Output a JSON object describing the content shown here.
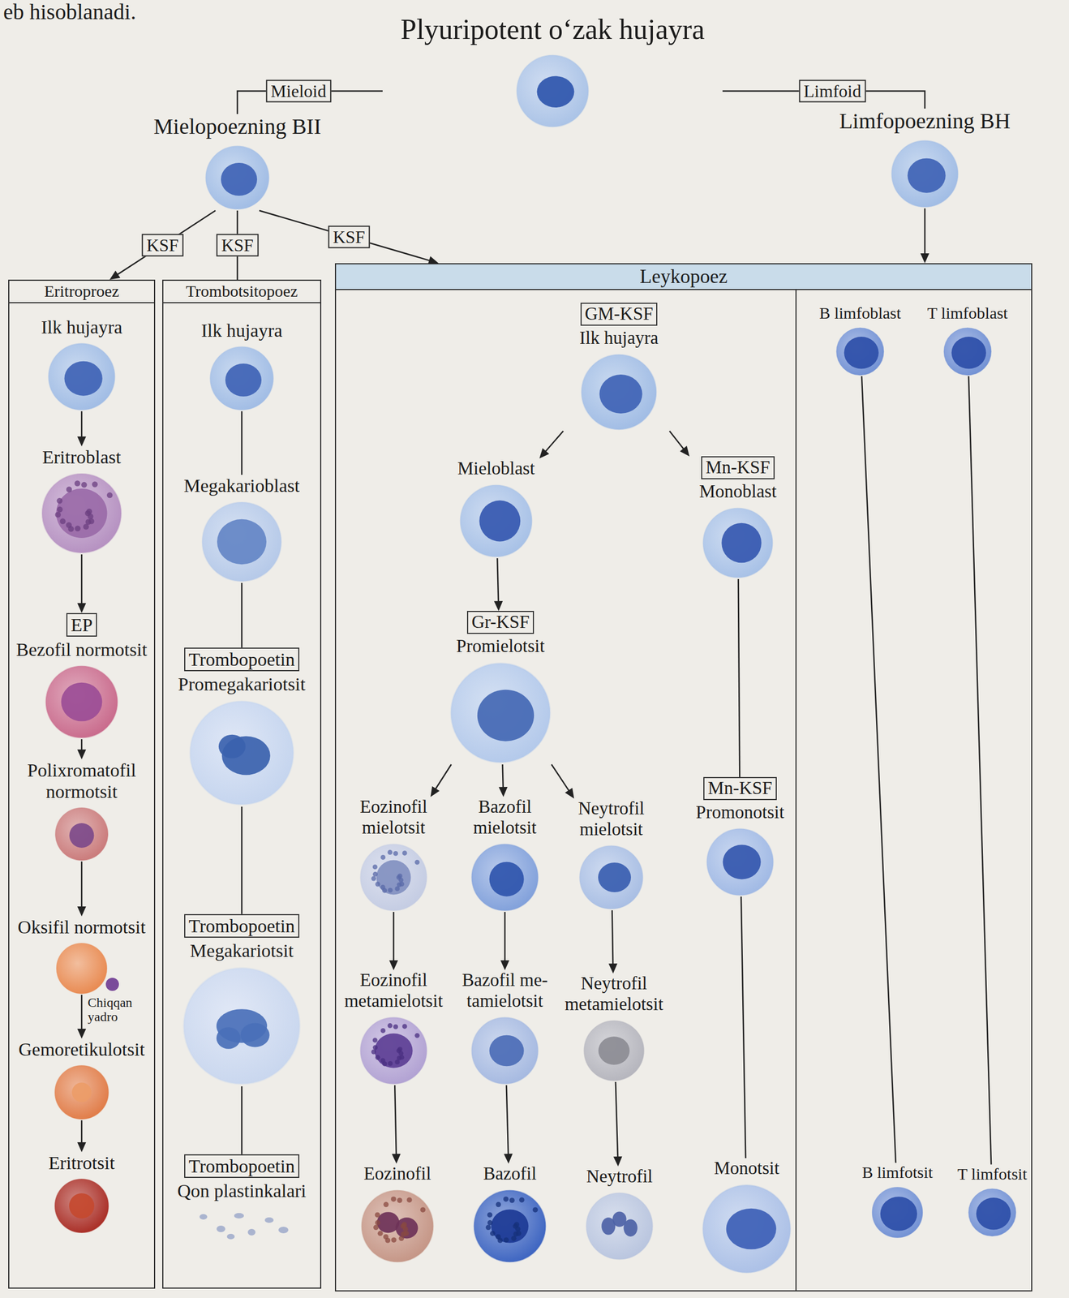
{
  "diagram": {
    "title": "Plyuripotent o‘zak hujayra",
    "nodes": [
      {
        "text": [
          "Plyuripotent o‘zak hujayra"
        ]
      },
      {
        "text": [
          "Mielopoezning BII"
        ]
      },
      {
        "text": [
          "Limfopoezning BH"
        ]
      },
      {
        "text": [
          "Eritroproez"
        ]
      },
      {
        "text": [
          "Ilk hujayra"
        ],
        "in": 3
      },
      {
        "text": [
          "Eritroblast"
        ],
        "in": 3
      },
      {
        "text": [
          "EP",
          "Bezofil normotsit"
        ],
        "in": 3
      },
      {
        "text": [
          "Polixromatofil normotsit"
        ],
        "in": 3
      },
      {
        "text": [
          "Oksifil normotsit"
        ],
        "in": 3
      },
      {
        "text": [
          "Gemoretikulotsit"
        ],
        "in": 3
      },
      {
        "text": [
          "Eritrotsit"
        ],
        "in": 3
      },
      {
        "text": [
          "Trombotsitopoez"
        ]
      },
      {
        "text": [
          "Ilk hujayra"
        ],
        "in": 11
      },
      {
        "text": [
          "Megakarioblast"
        ],
        "in": 11
      },
      {
        "text": [
          "Trombopoetin",
          "Promegakariotsit"
        ],
        "in": 11
      },
      {
        "text": [
          "Trombopoetin",
          "Megakariotsit"
        ],
        "in": 11
      },
      {
        "text": [
          "Trombopoetin",
          "Qon plastinkalari"
        ],
        "in": 11
      },
      {
        "text": [
          "Leykopoez"
        ]
      },
      {
        "text": [
          "GM-KSF",
          "Ilk hujayra"
        ],
        "in": 17
      },
      {
        "text": [
          "Mieloblast"
        ],
        "in": 17
      },
      {
        "text": [
          "Mn-KSF",
          "Monoblast"
        ],
        "in": 17
      },
      {
        "text": [
          "Gr-KSF",
          "Promielotsit"
        ],
        "in": 17
      },
      {
        "text": [
          "Eozinofil mielotsit"
        ],
        "in": 17
      },
      {
        "text": [
          "Bazofil mielotsit"
        ],
        "in": 17
      },
      {
        "text": [
          "Neytrofil mielotsit"
        ],
        "in": 17
      },
      {
        "text": [
          "Mn-KSF",
          "Promonotsit"
        ],
        "in": 17
      },
      {
        "text": [
          "Eozinofil metamielotsit"
        ],
        "in": 17
      },
      {
        "text": [
          "Bazofil me- tamielotsit"
        ],
        "in": 17
      },
      {
        "text": [
          "Neytrofil metamielotsit"
        ],
        "in": 17
      },
      {
        "text": [
          "Eozinofil"
        ],
        "in": 17
      },
      {
        "text": [
          "Bazofil"
        ],
        "in": 17
      },
      {
        "text": [
          "Neytrofil"
        ],
        "in": 17
      },
      {
        "text": [
          "Monotsit"
        ],
        "in": 17
      },
      {
        "text": [
          "B limfoblast"
        ],
        "in": 17
      },
      {
        "text": [
          "T limfoblast"
        ],
        "in": 17
      },
      {
        "text": [
          "B limfotsit"
        ],
        "in": 17
      },
      {
        "text": [
          "T limfotsit"
        ],
        "in": 17
      }
    ],
    "edges": [
      {
        "from": 0,
        "to": 1,
        "label": "Mieloid",
        "arrow": "none"
      },
      {
        "from": 0,
        "to": 2,
        "label": "Limfoid",
        "arrow": "none"
      },
      {
        "from": 1,
        "to": 3,
        "label": "KSF",
        "arrow": "to"
      },
      {
        "from": 1,
        "to": 11,
        "label": "KSF",
        "arrow": "none"
      },
      {
        "from": 1,
        "to": 17,
        "label": "KSF",
        "arrow": "to"
      },
      {
        "from": 2,
        "to": 17,
        "arrow": "to"
      },
      {
        "from": 4,
        "to": 5,
        "arrow": "to"
      },
      {
        "from": 5,
        "to": 6,
        "arrow": "to"
      },
      {
        "from": 6,
        "to": 7,
        "arrow": "to"
      },
      {
        "from": 7,
        "to": 8,
        "arrow": "to"
      },
      {
        "from": 8,
        "to": 9,
        "arrow": "to"
      },
      {
        "from": 9,
        "to": 10,
        "arrow": "to"
      },
      {
        "from": 12,
        "to": 13,
        "arrow": "none"
      },
      {
        "from": 13,
        "to": 14,
        "arrow": "none"
      },
      {
        "from": 14,
        "to": 15,
        "arrow": "none"
      },
      {
        "from": 15,
        "to": 16,
        "arrow": "none"
      },
      {
        "from": 18,
        "to": 19,
        "arrow": "to"
      },
      {
        "from": 18,
        "to": 20,
        "arrow": "to"
      },
      {
        "from": 19,
        "to": 21,
        "arrow": "to"
      },
      {
        "from": 21,
        "to": 22,
        "arrow": "to"
      },
      {
        "from": 21,
        "to": 23,
        "arrow": "to"
      },
      {
        "from": 21,
        "to": 24,
        "arrow": "to"
      },
      {
        "from": 22,
        "to": 26,
        "arrow": "to"
      },
      {
        "from": 23,
        "to": 27,
        "arrow": "to"
      },
      {
        "from": 24,
        "to": 28,
        "arrow": "to"
      },
      {
        "from": 26,
        "to": 29,
        "arrow": "to"
      },
      {
        "from": 27,
        "to": 30,
        "arrow": "to"
      },
      {
        "from": 28,
        "to": 31,
        "arrow": "to"
      },
      {
        "from": 20,
        "to": 25,
        "arrow": "none"
      },
      {
        "from": 25,
        "to": 32,
        "arrow": "none"
      },
      {
        "from": 33,
        "to": 35,
        "arrow": "none"
      },
      {
        "from": 34,
        "to": 36,
        "arrow": "none"
      }
    ],
    "labels": [
      "eb hisoblanadi.",
      "Chiqqan yadro"
    ]
  }
}
